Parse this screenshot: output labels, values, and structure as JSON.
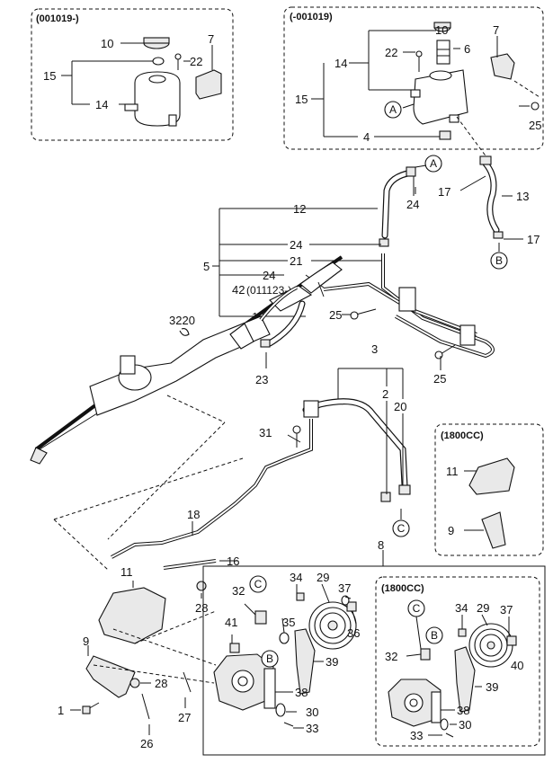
{
  "boxes": {
    "reservoir_new": "(001019-)",
    "reservoir_old": "(-001019)",
    "bracket_1800": "(1800CC)",
    "pump_1800": "(1800CC)",
    "line_note": "(011123-)"
  },
  "callouts": {
    "c10a": "10",
    "c15a": "15",
    "c14a": "14",
    "c7a": "7",
    "c22a": "22",
    "c10b": "10",
    "c22b": "22",
    "c6": "6",
    "c14b": "14",
    "c15b": "15",
    "c4": "4",
    "c7b": "7",
    "c25a": "25",
    "c12": "12",
    "c24a": "24",
    "c24b": "24",
    "c24c": "24",
    "c5": "5",
    "c21": "21",
    "c42": "42",
    "c19": "19",
    "c25b": "25",
    "c25c": "25",
    "c3220": "3220",
    "c23": "23",
    "c17a": "17",
    "c13": "13",
    "c17b": "17",
    "c3": "3",
    "c2": "2",
    "c20": "20",
    "c31": "31",
    "c11a": "11",
    "c9a": "9",
    "c18": "18",
    "c16": "16",
    "c8": "8",
    "c11b": "11",
    "c28a": "28",
    "c9b": "9",
    "c28b": "28",
    "c1": "1",
    "c27": "27",
    "c26": "26",
    "c32a": "32",
    "c41": "41",
    "c35": "35",
    "c34a": "34",
    "c29a": "29",
    "c37a": "37",
    "c36": "36",
    "c39a": "39",
    "c38a": "38",
    "c30a": "30",
    "c33a": "33",
    "c34b": "34",
    "c29b": "29",
    "c37b": "37",
    "c40": "40",
    "c32b": "32",
    "c39b": "39",
    "c38b": "38",
    "c30b": "30",
    "c33b": "33"
  },
  "markers": {
    "A1": "A",
    "A2": "A",
    "B1": "B",
    "B2": "B",
    "B3": "B",
    "C1": "C",
    "C2": "C",
    "C3": "C"
  }
}
